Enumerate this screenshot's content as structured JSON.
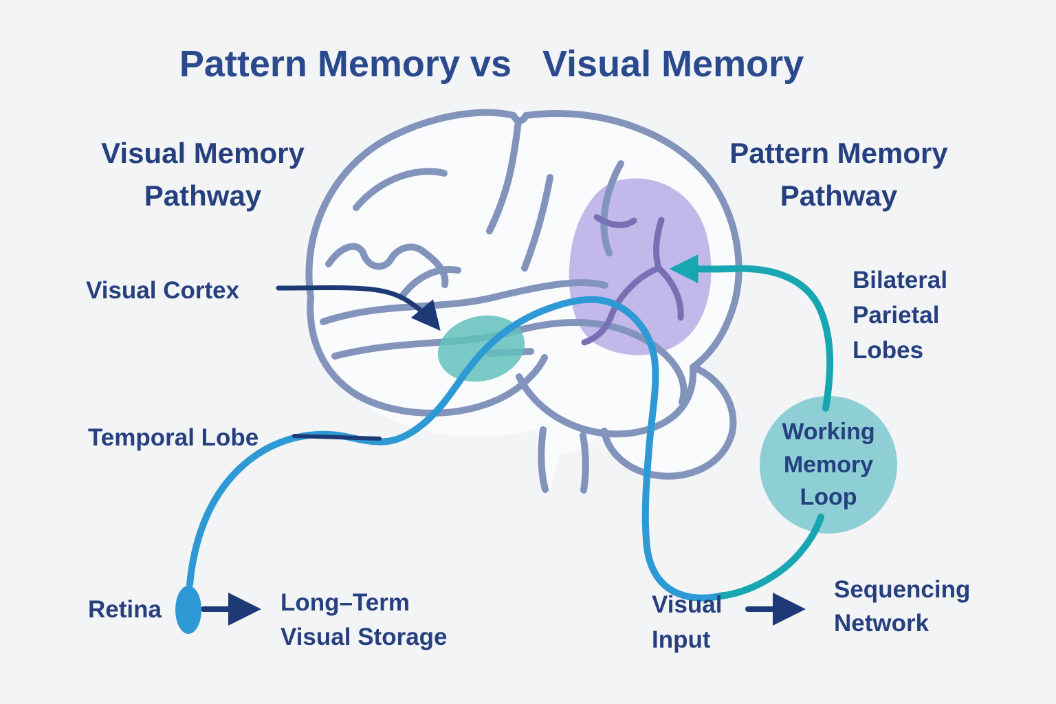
{
  "title": "Pattern Memory vs   Visual Memory",
  "left_section": {
    "heading": [
      "Visual Memory",
      "Pathway"
    ],
    "visual_cortex_label": "Visual Cortex",
    "temporal_lobe_label": "Temporal Lobe",
    "retina_label": "Retina",
    "long_term_label": [
      "Long–Term",
      "Visual Storage"
    ]
  },
  "right_section": {
    "heading": [
      "Pattern Memory",
      "Pathway"
    ],
    "bilateral_label": [
      "Bilateral",
      "Parietal",
      "Lobes"
    ],
    "working_memory_label": [
      "Working",
      "Memory",
      "Loop"
    ],
    "visual_input_label": [
      "Visual",
      "Input"
    ],
    "sequencing_label": [
      "Sequencing",
      "Network"
    ]
  },
  "colors": {
    "background": "#F3F4F6",
    "title_text": "#2B4A8D",
    "label_text": "#26407F",
    "brain_outline": "#8294BB",
    "brain_fill": "#FAFBFD",
    "parietal_purple": "#B6A8E4",
    "purple_branch": "#7770B5",
    "visual_cortex_teal": "#61C1BC",
    "working_loop_fill": "#8DCFD4",
    "visual_pathway_blue": "#2D9AD5",
    "pattern_pathway_teal": "#18A7B2",
    "arrow_navy": "#1D3976"
  }
}
